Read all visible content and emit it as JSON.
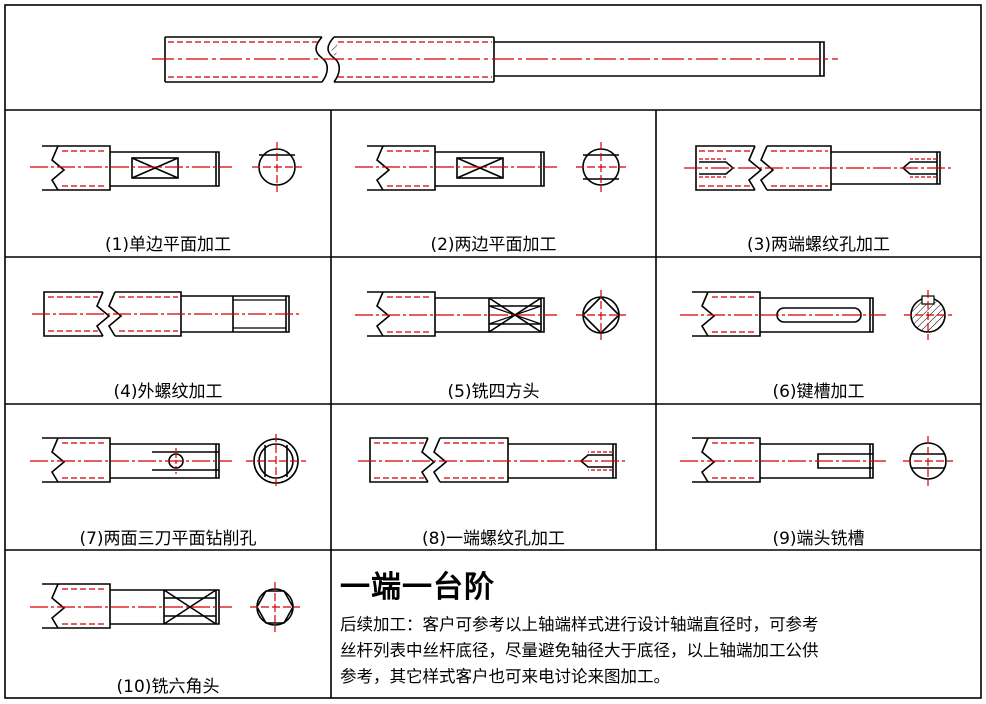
{
  "captions": [
    "(1)单边平面加工",
    "(2)两边平面加工",
    "(3)两端螺纹孔加工",
    "(4)外螺纹加工",
    "(5)铣四方头",
    "(6)键槽加工",
    "(7)两面三刀平面钻削孔",
    "(8)一端螺纹孔加工",
    "(9)端头铣槽",
    "(10)铣六角头"
  ],
  "block": {
    "title": "一端一台阶",
    "lines": [
      "后续加工：客户可参考以上轴端样式进行设计轴端直径时，可参考",
      "丝杆列表中丝杆底径，尽量避免轴径大于底径，以上轴端加工公供",
      "参考，其它样式客户也可来电讨论来图加工。"
    ]
  },
  "colors": {
    "outline": "#000000",
    "centerline": "#d40000",
    "hidden": "#d40000"
  }
}
